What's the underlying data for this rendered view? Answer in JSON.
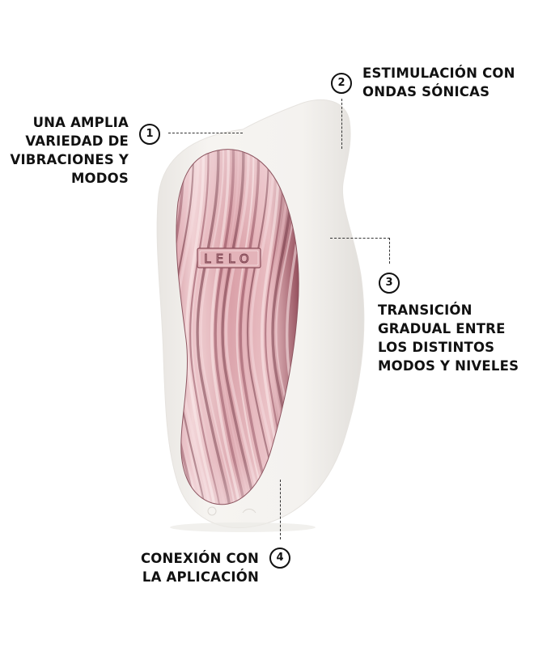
{
  "product": {
    "brand_logo": "LELO",
    "colors": {
      "body": "#f4f2ef",
      "body_shade": "#e3e0dc",
      "metal_light": "#f1d3d3",
      "metal_mid": "#d69ba2",
      "metal_dark": "#7a3a47",
      "text": "#111111"
    }
  },
  "callouts": [
    {
      "number": "1",
      "lines": [
        "UNA AMPLIA",
        "VARIEDAD DE",
        "VIBRACIONES Y",
        "MODOS"
      ]
    },
    {
      "number": "2",
      "lines": [
        "ESTIMULACIÓN CON",
        "ONDAS SÓNICAS"
      ]
    },
    {
      "number": "3",
      "lines": [
        "TRANSICIÓN",
        "GRADUAL ENTRE",
        "LOS DISTINTOS",
        "MODOS Y NIVELES"
      ]
    },
    {
      "number": "4",
      "lines": [
        "CONEXIÓN CON",
        "LA APLICACIÓN"
      ]
    }
  ]
}
